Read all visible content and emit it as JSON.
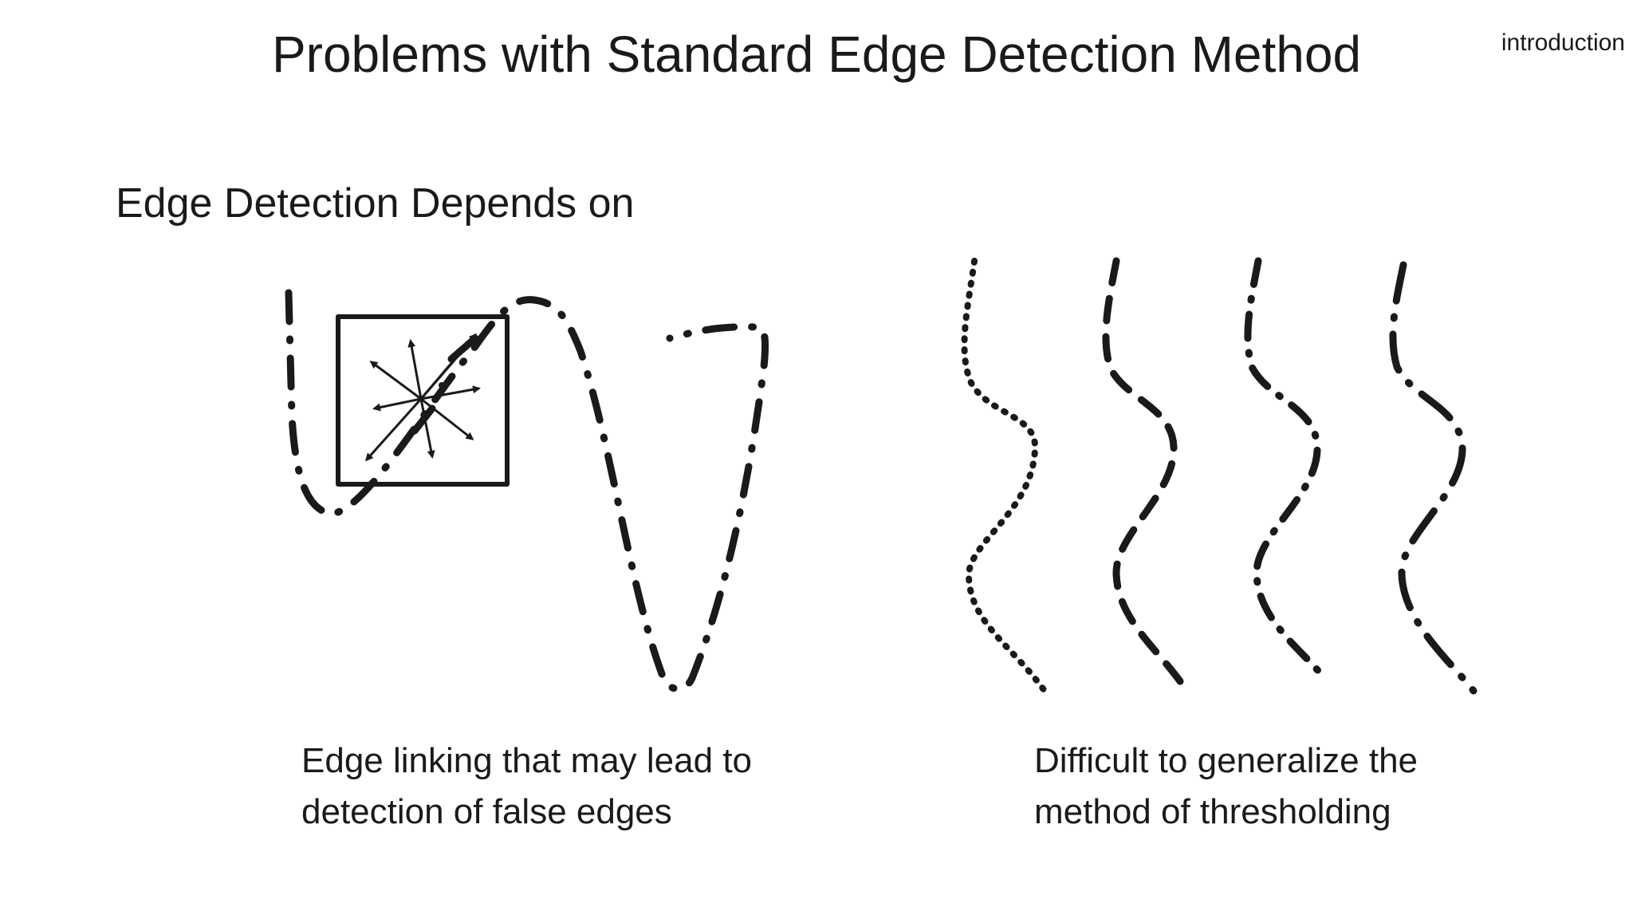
{
  "slide": {
    "title": "Problems with Standard Edge Detection Method",
    "section_tag": "introduction",
    "subheading": "Edge Detection Depends on"
  },
  "captions": {
    "left": {
      "line1": "Edge linking that may lead to",
      "line2": "detection of false edges"
    },
    "right": {
      "line1": "Difficult to generalize the",
      "line2": "method of thresholding"
    }
  },
  "colors": {
    "ink": "#1a1a1a",
    "background": "#ffffff"
  }
}
